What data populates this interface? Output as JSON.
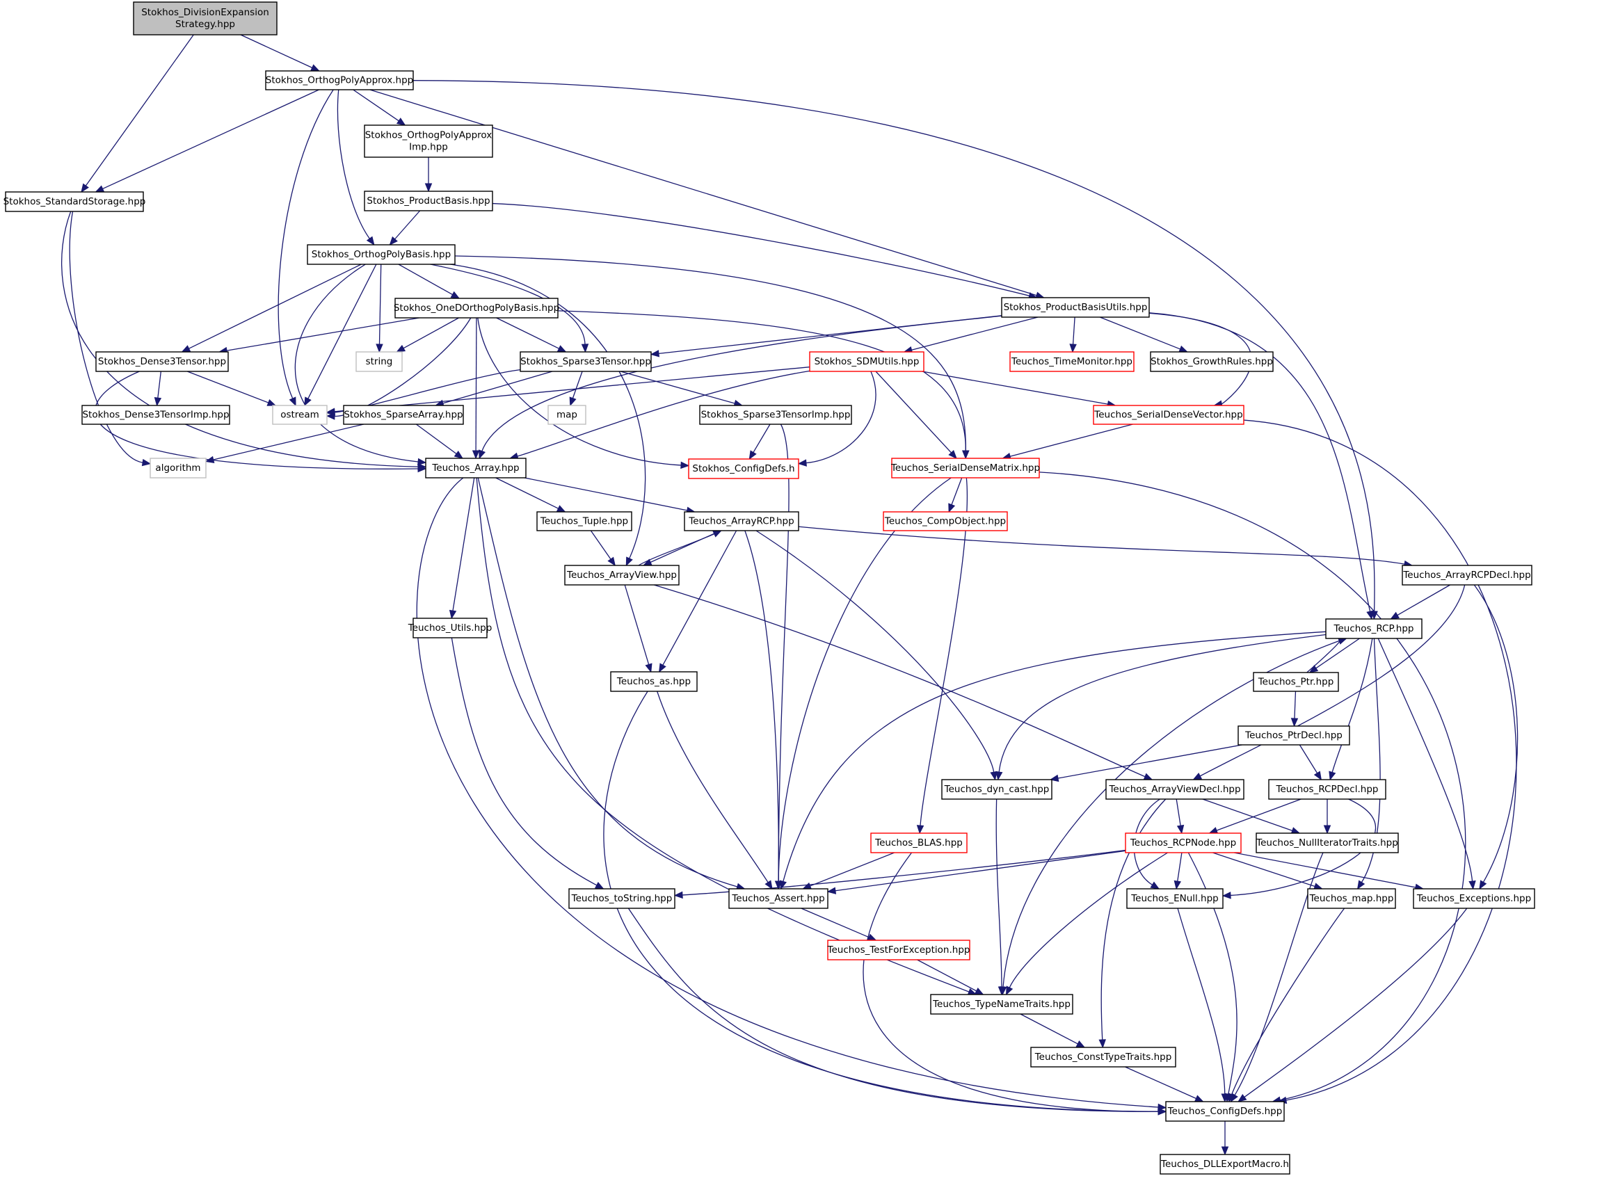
{
  "colors": {
    "edge": "#191970",
    "border_normal": "#000000",
    "border_truncated": "#ff0000",
    "border_external": "#bfbfbf",
    "fill_root": "#bfbfbf",
    "fill_normal": "#ffffff"
  },
  "nodes": [
    {
      "id": "div_exp",
      "lines": [
        "Stokhos_DivisionExpansion",
        "Strategy.hpp"
      ],
      "kind": "root"
    },
    {
      "id": "orthopolyapprox",
      "lines": [
        "Stokhos_OrthogPolyApprox.hpp"
      ],
      "kind": "normal"
    },
    {
      "id": "orthopolyapproximp",
      "lines": [
        "Stokhos_OrthogPolyApprox",
        "Imp.hpp"
      ],
      "kind": "normal"
    },
    {
      "id": "standardstorage",
      "lines": [
        "Stokhos_StandardStorage.hpp"
      ],
      "kind": "normal"
    },
    {
      "id": "productbasis",
      "lines": [
        "Stokhos_ProductBasis.hpp"
      ],
      "kind": "normal"
    },
    {
      "id": "orthopolybasis",
      "lines": [
        "Stokhos_OrthogPolyBasis.hpp"
      ],
      "kind": "normal"
    },
    {
      "id": "productbasisutils",
      "lines": [
        "Stokhos_ProductBasisUtils.hpp"
      ],
      "kind": "normal"
    },
    {
      "id": "onedorthopolybasis",
      "lines": [
        "Stokhos_OneDOrthogPolyBasis.hpp"
      ],
      "kind": "normal"
    },
    {
      "id": "dense3tensor",
      "lines": [
        "Stokhos_Dense3Tensor.hpp"
      ],
      "kind": "normal"
    },
    {
      "id": "string",
      "lines": [
        "string"
      ],
      "kind": "external"
    },
    {
      "id": "sparse3tensor",
      "lines": [
        "Stokhos_Sparse3Tensor.hpp"
      ],
      "kind": "normal"
    },
    {
      "id": "sdmutils",
      "lines": [
        "Stokhos_SDMUtils.hpp"
      ],
      "kind": "truncated"
    },
    {
      "id": "timemonitor",
      "lines": [
        "Teuchos_TimeMonitor.hpp"
      ],
      "kind": "truncated"
    },
    {
      "id": "growthrules",
      "lines": [
        "Stokhos_GrowthRules.hpp"
      ],
      "kind": "normal"
    },
    {
      "id": "dense3tensorimp",
      "lines": [
        "Stokhos_Dense3TensorImp.hpp"
      ],
      "kind": "normal"
    },
    {
      "id": "ostream",
      "lines": [
        "ostream"
      ],
      "kind": "external"
    },
    {
      "id": "sparsearray",
      "lines": [
        "Stokhos_SparseArray.hpp"
      ],
      "kind": "normal"
    },
    {
      "id": "map",
      "lines": [
        "map"
      ],
      "kind": "external"
    },
    {
      "id": "sparse3tensorimp",
      "lines": [
        "Stokhos_Sparse3TensorImp.hpp"
      ],
      "kind": "normal"
    },
    {
      "id": "serialdensevector",
      "lines": [
        "Teuchos_SerialDenseVector.hpp"
      ],
      "kind": "truncated"
    },
    {
      "id": "algorithm",
      "lines": [
        "algorithm"
      ],
      "kind": "external"
    },
    {
      "id": "array",
      "lines": [
        "Teuchos_Array.hpp"
      ],
      "kind": "normal"
    },
    {
      "id": "configdefs_h",
      "lines": [
        "Stokhos_ConfigDefs.h"
      ],
      "kind": "truncated"
    },
    {
      "id": "serialdensematrix",
      "lines": [
        "Teuchos_SerialDenseMatrix.hpp"
      ],
      "kind": "truncated"
    },
    {
      "id": "tuple",
      "lines": [
        "Teuchos_Tuple.hpp"
      ],
      "kind": "normal"
    },
    {
      "id": "arrayrcp",
      "lines": [
        "Teuchos_ArrayRCP.hpp"
      ],
      "kind": "normal"
    },
    {
      "id": "compobject",
      "lines": [
        "Teuchos_CompObject.hpp"
      ],
      "kind": "truncated"
    },
    {
      "id": "arrayview",
      "lines": [
        "Teuchos_ArrayView.hpp"
      ],
      "kind": "normal"
    },
    {
      "id": "arrayrcpdecl",
      "lines": [
        "Teuchos_ArrayRCPDecl.hpp"
      ],
      "kind": "normal"
    },
    {
      "id": "utils",
      "lines": [
        "Teuchos_Utils.hpp"
      ],
      "kind": "normal"
    },
    {
      "id": "rcp",
      "lines": [
        "Teuchos_RCP.hpp"
      ],
      "kind": "normal"
    },
    {
      "id": "as",
      "lines": [
        "Teuchos_as.hpp"
      ],
      "kind": "normal"
    },
    {
      "id": "ptr",
      "lines": [
        "Teuchos_Ptr.hpp"
      ],
      "kind": "normal"
    },
    {
      "id": "ptrdecl",
      "lines": [
        "Teuchos_PtrDecl.hpp"
      ],
      "kind": "normal"
    },
    {
      "id": "dyncast",
      "lines": [
        "Teuchos_dyn_cast.hpp"
      ],
      "kind": "normal"
    },
    {
      "id": "arrayviewdecl",
      "lines": [
        "Teuchos_ArrayViewDecl.hpp"
      ],
      "kind": "normal"
    },
    {
      "id": "rcpdecl",
      "lines": [
        "Teuchos_RCPDecl.hpp"
      ],
      "kind": "normal"
    },
    {
      "id": "blas",
      "lines": [
        "Teuchos_BLAS.hpp"
      ],
      "kind": "truncated"
    },
    {
      "id": "rcpnode",
      "lines": [
        "Teuchos_RCPNode.hpp"
      ],
      "kind": "truncated"
    },
    {
      "id": "nulliter",
      "lines": [
        "Teuchos_NullIteratorTraits.hpp"
      ],
      "kind": "normal"
    },
    {
      "id": "tostring",
      "lines": [
        "Teuchos_toString.hpp"
      ],
      "kind": "normal"
    },
    {
      "id": "assert",
      "lines": [
        "Teuchos_Assert.hpp"
      ],
      "kind": "normal"
    },
    {
      "id": "enull",
      "lines": [
        "Teuchos_ENull.hpp"
      ],
      "kind": "normal"
    },
    {
      "id": "tmap",
      "lines": [
        "Teuchos_map.hpp"
      ],
      "kind": "normal"
    },
    {
      "id": "exceptions",
      "lines": [
        "Teuchos_Exceptions.hpp"
      ],
      "kind": "normal"
    },
    {
      "id": "testforexc",
      "lines": [
        "Teuchos_TestForException.hpp"
      ],
      "kind": "truncated"
    },
    {
      "id": "typenametraits",
      "lines": [
        "Teuchos_TypeNameTraits.hpp"
      ],
      "kind": "normal"
    },
    {
      "id": "consttypetraits",
      "lines": [
        "Teuchos_ConstTypeTraits.hpp"
      ],
      "kind": "normal"
    },
    {
      "id": "configdefs_hpp",
      "lines": [
        "Teuchos_ConfigDefs.hpp"
      ],
      "kind": "normal"
    },
    {
      "id": "dllexport",
      "lines": [
        "Teuchos_DLLExportMacro.h"
      ],
      "kind": "normal"
    }
  ],
  "edges": [
    [
      "div_exp",
      "orthopolyapprox"
    ],
    [
      "div_exp",
      "standardstorage"
    ],
    [
      "orthopolyapprox",
      "standardstorage"
    ],
    [
      "orthopolyapprox",
      "ostream"
    ],
    [
      "orthopolyapprox",
      "orthopolybasis"
    ],
    [
      "orthopolyapprox",
      "orthopolyapproximp"
    ],
    [
      "orthopolyapprox",
      "productbasisutils"
    ],
    [
      "orthopolyapprox",
      "rcp"
    ],
    [
      "orthopolyapproximp",
      "productbasis"
    ],
    [
      "productbasis",
      "orthopolybasis"
    ],
    [
      "productbasis",
      "productbasisutils"
    ],
    [
      "standardstorage",
      "algorithm"
    ],
    [
      "standardstorage",
      "array"
    ],
    [
      "orthopolybasis",
      "dense3tensor"
    ],
    [
      "orthopolybasis",
      "ostream"
    ],
    [
      "orthopolybasis",
      "string"
    ],
    [
      "orthopolybasis",
      "onedorthopolybasis"
    ],
    [
      "orthopolybasis",
      "sparse3tensor"
    ],
    [
      "orthopolybasis",
      "array"
    ],
    [
      "orthopolybasis",
      "arrayview"
    ],
    [
      "orthopolybasis",
      "serialdensematrix"
    ],
    [
      "onedorthopolybasis",
      "dense3tensor"
    ],
    [
      "onedorthopolybasis",
      "string"
    ],
    [
      "onedorthopolybasis",
      "ostream"
    ],
    [
      "onedorthopolybasis",
      "sparse3tensor"
    ],
    [
      "onedorthopolybasis",
      "array"
    ],
    [
      "onedorthopolybasis",
      "configdefs_h"
    ],
    [
      "onedorthopolybasis",
      "serialdensematrix"
    ],
    [
      "productbasisutils",
      "sparse3tensor"
    ],
    [
      "productbasisutils",
      "sdmutils"
    ],
    [
      "productbasisutils",
      "timemonitor"
    ],
    [
      "productbasisutils",
      "growthrules"
    ],
    [
      "productbasisutils",
      "array"
    ],
    [
      "productbasisutils",
      "serialdensevector"
    ],
    [
      "productbasisutils",
      "rcp"
    ],
    [
      "dense3tensor",
      "dense3tensorimp"
    ],
    [
      "dense3tensor",
      "ostream"
    ],
    [
      "dense3tensor",
      "array"
    ],
    [
      "sparse3tensor",
      "ostream"
    ],
    [
      "sparse3tensor",
      "map"
    ],
    [
      "sparse3tensor",
      "sparsearray"
    ],
    [
      "sparse3tensor",
      "sparse3tensorimp"
    ],
    [
      "sdmutils",
      "ostream"
    ],
    [
      "sdmutils",
      "array"
    ],
    [
      "sdmutils",
      "configdefs_h"
    ],
    [
      "sdmutils",
      "serialdensematrix"
    ],
    [
      "sdmutils",
      "serialdensevector"
    ],
    [
      "sparsearray",
      "algorithm"
    ],
    [
      "sparsearray",
      "array"
    ],
    [
      "sparse3tensorimp",
      "configdefs_h"
    ],
    [
      "sparse3tensorimp",
      "assert"
    ],
    [
      "serialdensevector",
      "serialdensematrix"
    ],
    [
      "serialdensevector",
      "configdefs_hpp"
    ],
    [
      "array",
      "tuple"
    ],
    [
      "array",
      "arrayrcp"
    ],
    [
      "array",
      "utils"
    ],
    [
      "array",
      "assert"
    ],
    [
      "array",
      "typenametraits"
    ],
    [
      "array",
      "configdefs_hpp"
    ],
    [
      "serialdensematrix",
      "compobject"
    ],
    [
      "serialdensematrix",
      "blas"
    ],
    [
      "serialdensematrix",
      "assert"
    ],
    [
      "serialdensematrix",
      "configdefs_hpp"
    ],
    [
      "tuple",
      "arrayview"
    ],
    [
      "arrayrcp",
      "arrayview"
    ],
    [
      "arrayrcp",
      "arrayrcpdecl"
    ],
    [
      "arrayrcp",
      "as"
    ],
    [
      "arrayrcp",
      "dyncast"
    ],
    [
      "arrayrcp",
      "assert"
    ],
    [
      "arrayview",
      "arrayrcp"
    ],
    [
      "arrayview",
      "as"
    ],
    [
      "arrayview",
      "arrayviewdecl"
    ],
    [
      "arrayrcpdecl",
      "rcp"
    ],
    [
      "arrayrcpdecl",
      "arrayviewdecl"
    ],
    [
      "arrayrcpdecl",
      "exceptions"
    ],
    [
      "utils",
      "tostring"
    ],
    [
      "rcp",
      "ptr"
    ],
    [
      "rcp",
      "dyncast"
    ],
    [
      "rcp",
      "rcpdecl"
    ],
    [
      "rcp",
      "assert"
    ],
    [
      "rcp",
      "typenametraits"
    ],
    [
      "rcp",
      "tmap"
    ],
    [
      "rcp",
      "exceptions"
    ],
    [
      "ptr",
      "rcp"
    ],
    [
      "ptr",
      "ptrdecl"
    ],
    [
      "ptrdecl",
      "rcpdecl"
    ],
    [
      "ptrdecl",
      "dyncast"
    ],
    [
      "as",
      "assert"
    ],
    [
      "as",
      "configdefs_hpp"
    ],
    [
      "dyncast",
      "typenametraits"
    ],
    [
      "arrayviewdecl",
      "rcpnode"
    ],
    [
      "arrayviewdecl",
      "nulliter"
    ],
    [
      "arrayviewdecl",
      "enull"
    ],
    [
      "arrayviewdecl",
      "consttypetraits"
    ],
    [
      "rcpdecl",
      "rcpnode"
    ],
    [
      "rcpdecl",
      "nulliter"
    ],
    [
      "rcpdecl",
      "enull"
    ],
    [
      "blas",
      "assert"
    ],
    [
      "blas",
      "configdefs_hpp"
    ],
    [
      "rcpnode",
      "tostring"
    ],
    [
      "rcpnode",
      "assert"
    ],
    [
      "rcpnode",
      "enull"
    ],
    [
      "rcpnode",
      "tmap"
    ],
    [
      "rcpnode",
      "exceptions"
    ],
    [
      "rcpnode",
      "typenametraits"
    ],
    [
      "rcpnode",
      "configdefs_hpp"
    ],
    [
      "nulliter",
      "configdefs_hpp"
    ],
    [
      "tostring",
      "configdefs_hpp"
    ],
    [
      "assert",
      "testforexc"
    ],
    [
      "testforexc",
      "typenametraits"
    ],
    [
      "enull",
      "configdefs_hpp"
    ],
    [
      "tmap",
      "configdefs_hpp"
    ],
    [
      "exceptions",
      "configdefs_hpp"
    ],
    [
      "typenametraits",
      "consttypetraits"
    ],
    [
      "consttypetraits",
      "configdefs_hpp"
    ],
    [
      "configdefs_hpp",
      "dllexport"
    ]
  ]
}
